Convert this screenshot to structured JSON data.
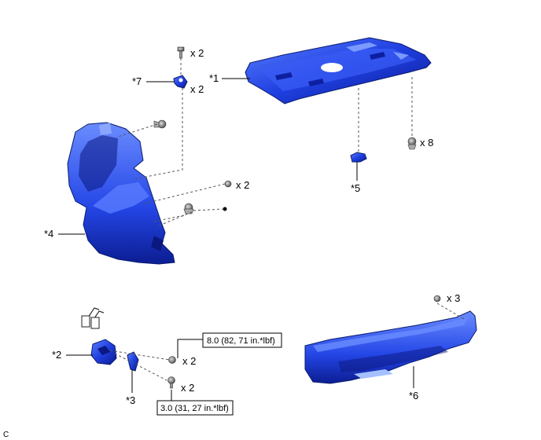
{
  "callouts": {
    "p1": "*1",
    "p2": "*2",
    "p3": "*3",
    "p4": "*4",
    "p5": "*5",
    "p6": "*6",
    "p7": "*7"
  },
  "quantities": {
    "bolt_top": "x 2",
    "clip_7": "x 2",
    "clip_4": "x 2",
    "clip_1": "x 8",
    "nut_2": "x 2",
    "bolt_2": "x 2",
    "clip_6": "x 3"
  },
  "torques": {
    "nut_spec": "8.0 (82, 71 in.*lbf)",
    "bolt_spec": "3.0 (31, 27 in.*lbf)"
  },
  "corner_mark": "C",
  "colors": {
    "part_dark": "#0a1b8f",
    "part_mid": "#1f3fe0",
    "part_light": "#4d72ff",
    "hardware": "#777777"
  }
}
